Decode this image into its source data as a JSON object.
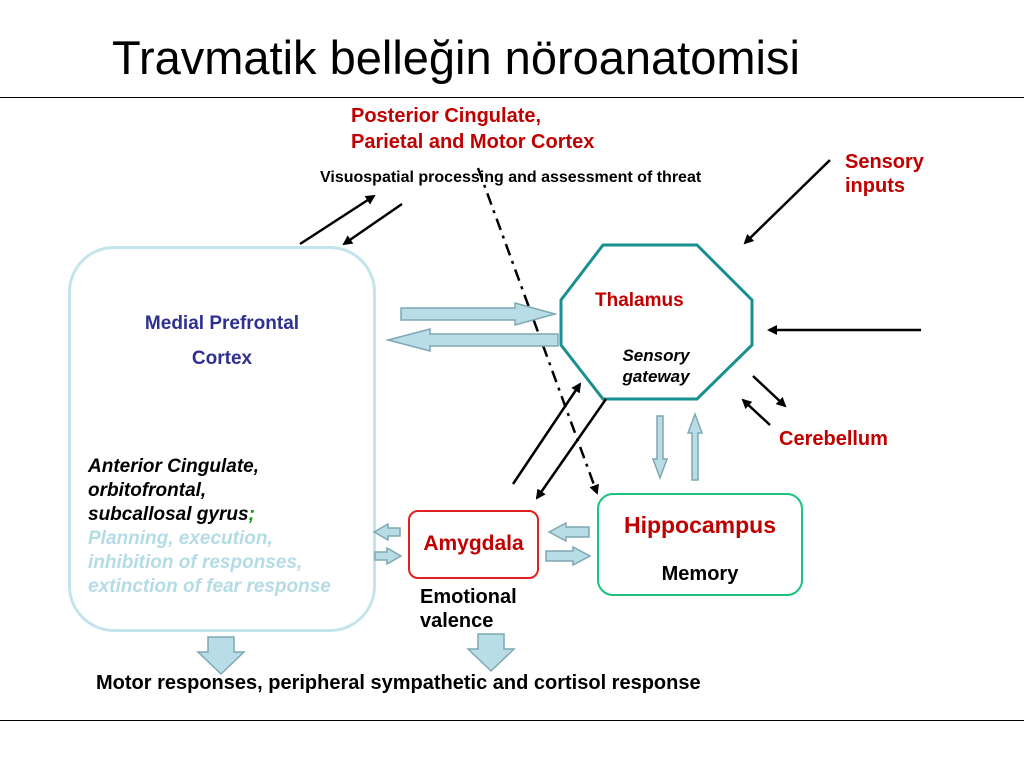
{
  "title": "Travmatik belleğin nöroanatomisi",
  "posterior": {
    "line1": "Posterior Cingulate,",
    "line2": "Parietal and Motor Cortex",
    "desc": "Visuospatial processing and assessment of threat"
  },
  "sensory_inputs": {
    "line1": "Sensory",
    "line2": "inputs"
  },
  "mpfc": {
    "line1": "Medial Prefrontal",
    "line2": "Cortex",
    "sub1": "Anterior Cingulate,",
    "sub2": "orbitofrontal,",
    "sub3": "subcallosal gyrus",
    "sub3_punct": ";",
    "fn1": "Planning, execution,",
    "fn2": "inhibition of responses,",
    "fn3": "extinction of fear response"
  },
  "thalamus": {
    "label": "Thalamus",
    "sub1": "Sensory",
    "sub2": "gateway"
  },
  "cerebellum": "Cerebellum",
  "amygdala": {
    "label": "Amygdala",
    "sub1": "Emotional",
    "sub2": "valence"
  },
  "hippocampus": {
    "label": "Hippocampus",
    "sub": "Memory"
  },
  "output": "Motor responses, peripheral sympathetic and cortisol response",
  "colors": {
    "red": "#c00000",
    "mpfc_border": "#c4e4ec",
    "mpfc_label": "#2e3192",
    "mpfc_function": "#b4dce6",
    "thalamus_border": "#1a8f8f",
    "amygdala_border": "#e02020",
    "hippocampus_border": "#19c37d",
    "block_arrow_fill": "#b8dde6",
    "block_arrow_stroke": "#7fa8b3",
    "semicolon": "#00a000"
  }
}
